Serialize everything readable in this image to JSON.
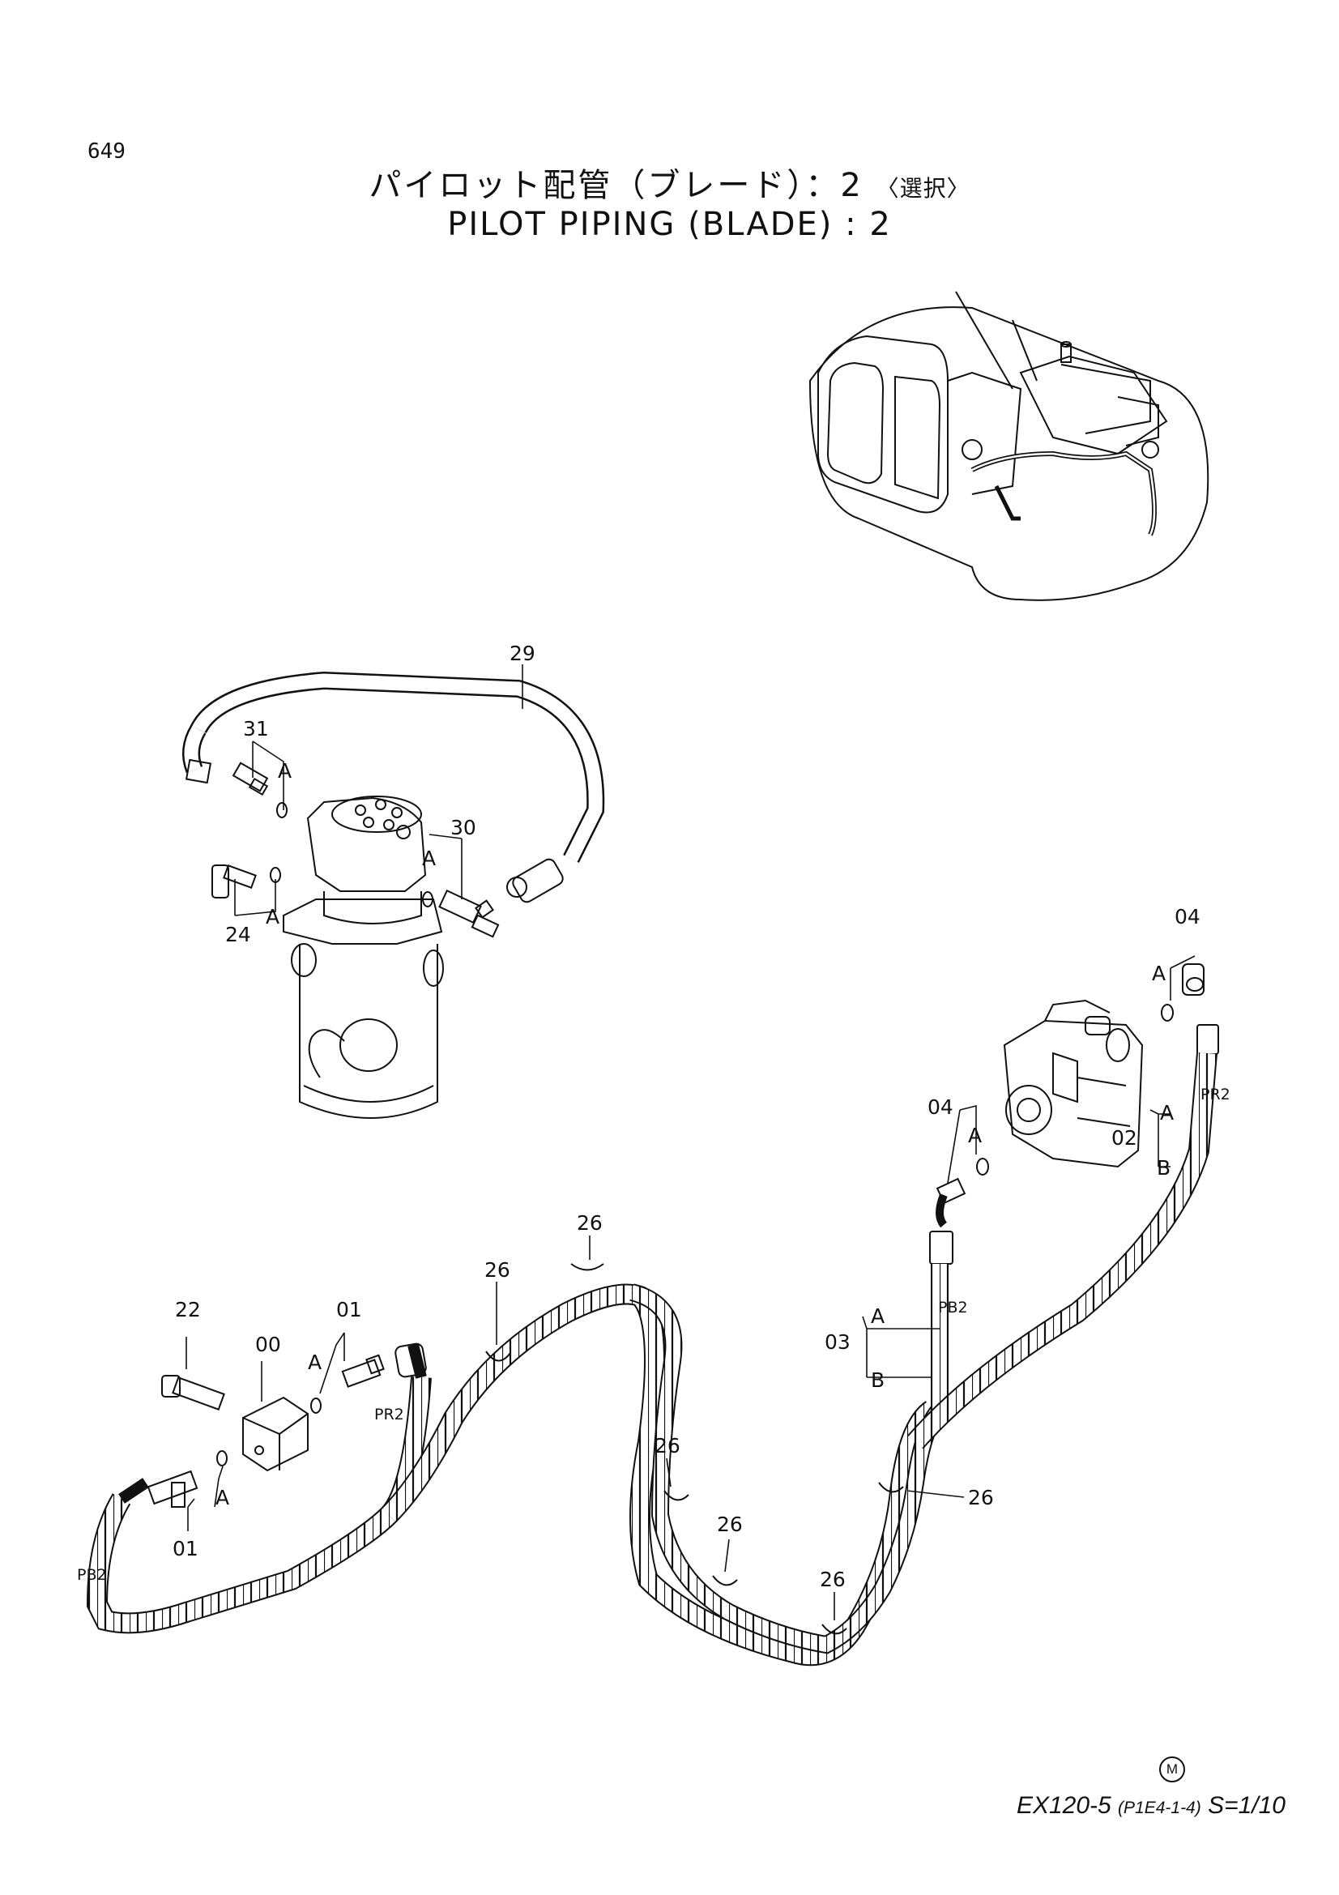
{
  "header": {
    "page_number": "649",
    "title_jp": "パイロット配管（ブレード）：2",
    "title_jp_tag": "〈選択〉",
    "title_en": "PILOT PIPING (BLADE) : 2"
  },
  "footer": {
    "mark": "M",
    "model": "EX120-5",
    "drawing_code": "(P1E4-1-4)",
    "scale": "S=1/10"
  },
  "callouts": {
    "c29": "29",
    "c31": "31",
    "c30": "30",
    "c24": "24",
    "c04a": "04",
    "c04b": "04",
    "c02": "02",
    "c03": "03",
    "c22": "22",
    "c00": "00",
    "c01a": "01",
    "c01b": "01",
    "c26a": "26",
    "c26b": "26",
    "c26c": "26",
    "c26d": "26",
    "c26e": "26",
    "c26f": "26",
    "a": "A",
    "b": "B",
    "pr2": "PR2",
    "pb2": "PB2"
  }
}
